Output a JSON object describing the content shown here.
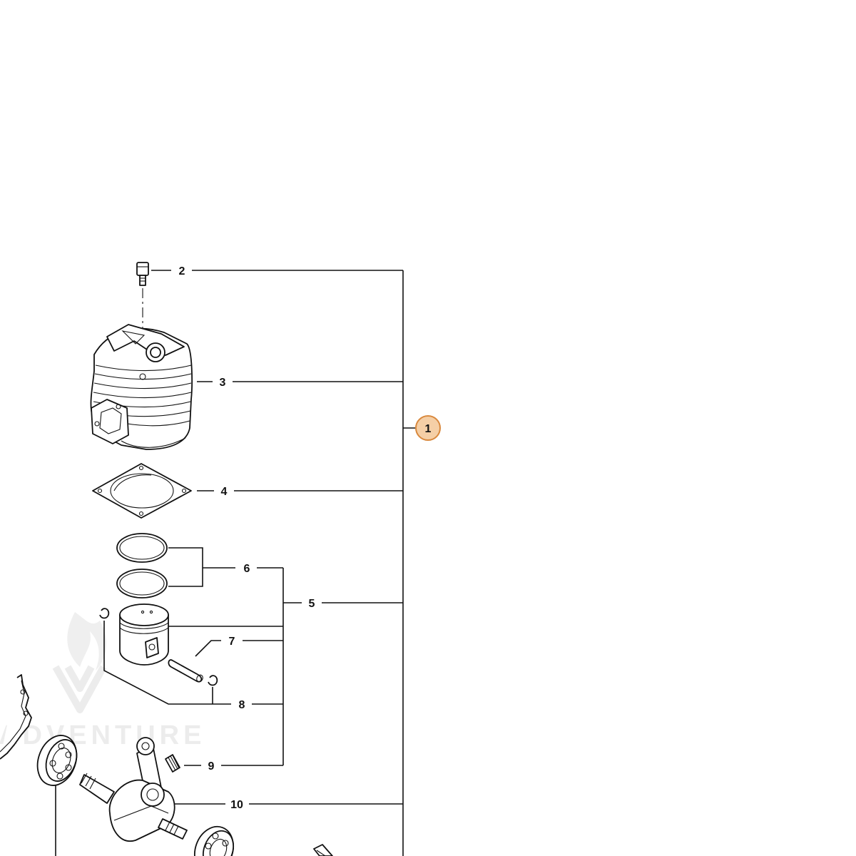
{
  "diagram": {
    "callouts": [
      {
        "id": "2",
        "label": "2"
      },
      {
        "id": "3",
        "label": "3"
      },
      {
        "id": "4",
        "label": "4"
      },
      {
        "id": "5",
        "label": "5"
      },
      {
        "id": "6",
        "label": "6"
      },
      {
        "id": "7",
        "label": "7"
      },
      {
        "id": "8",
        "label": "8"
      },
      {
        "id": "9",
        "label": "9"
      },
      {
        "id": "10",
        "label": "10"
      }
    ],
    "assembly_badge": {
      "label": "1",
      "fill": "#f5cfa6",
      "stroke": "#d9893e"
    },
    "watermark": {
      "text": "ADVENTURE"
    }
  }
}
